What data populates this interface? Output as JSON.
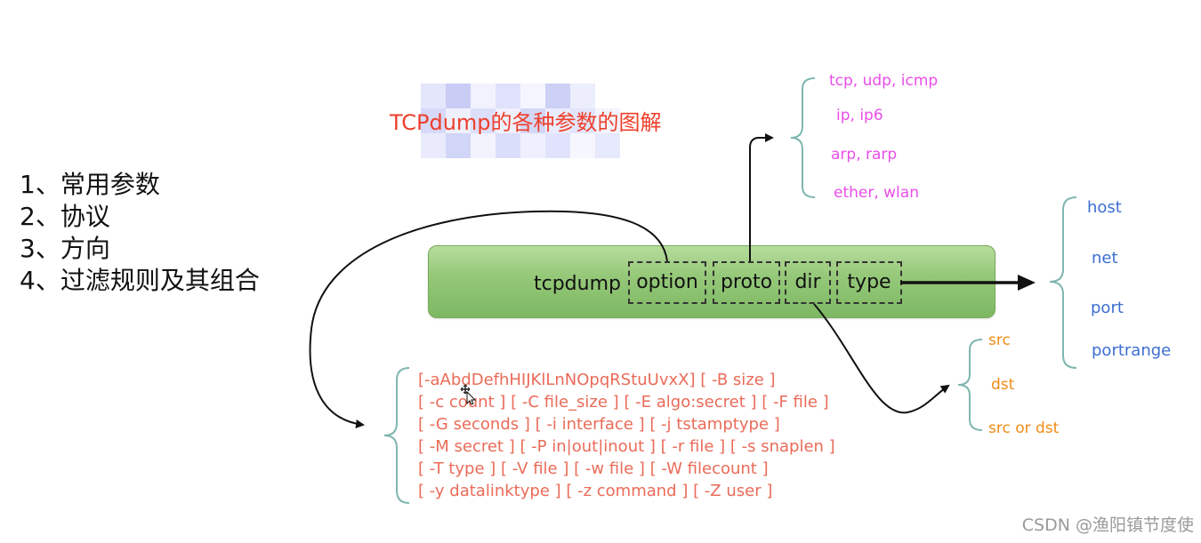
{
  "title": "TCPdump的各种参数的图解",
  "topics": [
    "1、常用参数",
    "2、协议",
    "3、方向",
    "4、过滤规则及其组合"
  ],
  "command": {
    "name": "tcpdump",
    "option": "option",
    "proto": "proto",
    "dir": "dir",
    "type": "type"
  },
  "proto_values": [
    "tcp, udp, icmp",
    "ip, ip6",
    "arp, rarp",
    "ether, wlan"
  ],
  "type_values": [
    "host",
    "net",
    "port",
    "portrange"
  ],
  "dir_values": [
    "src",
    "dst",
    "src or dst"
  ],
  "option_lines": [
    "[-aAbdDefhHIJKlLnNOpqRStuUvxX] [ -B size ]",
    "[ -c count ] [ -C file_size ] [ -E algo:secret ] [ -F file ]",
    "[ -G seconds ] [ -i interface ] [ -j tstamptype ]",
    "[ -M secret ] [ -P in|out|inout ] [ -r file ] [ -s snaplen ]",
    "[ -T type ] [ -V file ] [ -w file ] [ -W filecount ]",
    "[ -y datalinktype ] [ -z command ] [ -Z user ]"
  ],
  "watermark": "CSDN @渔阳镇节度使",
  "colors": {
    "title": "#ee3f2b",
    "proto_labels": "#e84ee8",
    "type_labels": "#3c6fd2",
    "dir_labels": "#f08b16",
    "option_text": "#ea6b58",
    "bar_green": "#96c97a",
    "brace": "#7fb6b0"
  }
}
